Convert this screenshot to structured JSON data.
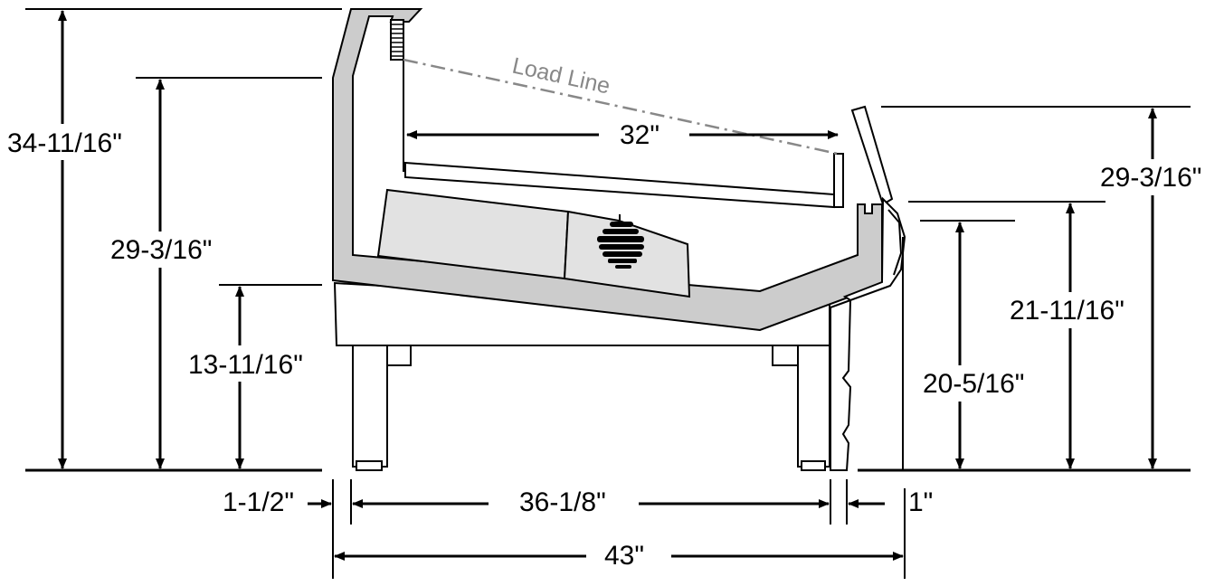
{
  "labels": {
    "load_line": "Load Line",
    "overall_height": "34-11/16\"",
    "height_left": "29-3/16\"",
    "base_height": "13-11/16\"",
    "shelf_depth": "32\"",
    "height_right": "29-3/16\"",
    "front_height_1": "21-11/16\"",
    "front_height_2": "20-5/16\"",
    "left_offset": "1-1/2\"",
    "leg_span": "36-1/8\"",
    "right_offset": "1\"",
    "overall_depth": "43\""
  },
  "colors": {
    "shell": "#cccccc",
    "light": "#e2e2e2",
    "load_line": "#888888"
  }
}
